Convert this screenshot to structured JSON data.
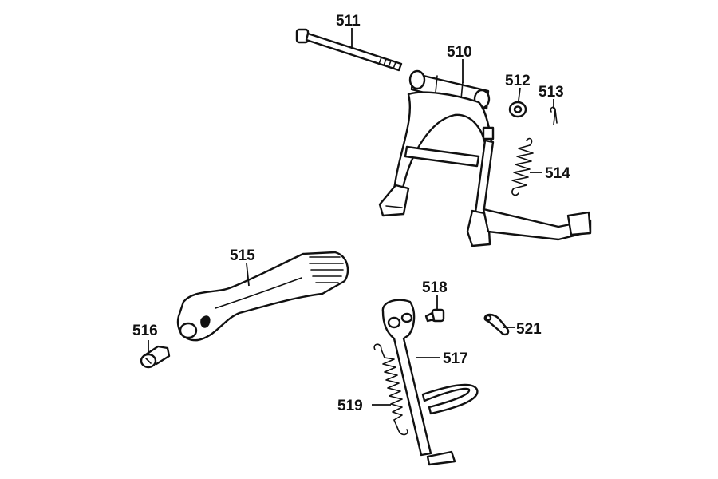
{
  "labels": {
    "p510": "510",
    "p511": "511",
    "p512": "512",
    "p513": "513",
    "p514": "514",
    "p515": "515",
    "p516": "516",
    "p517": "517",
    "p518": "518",
    "p519": "519",
    "p521": "521"
  }
}
